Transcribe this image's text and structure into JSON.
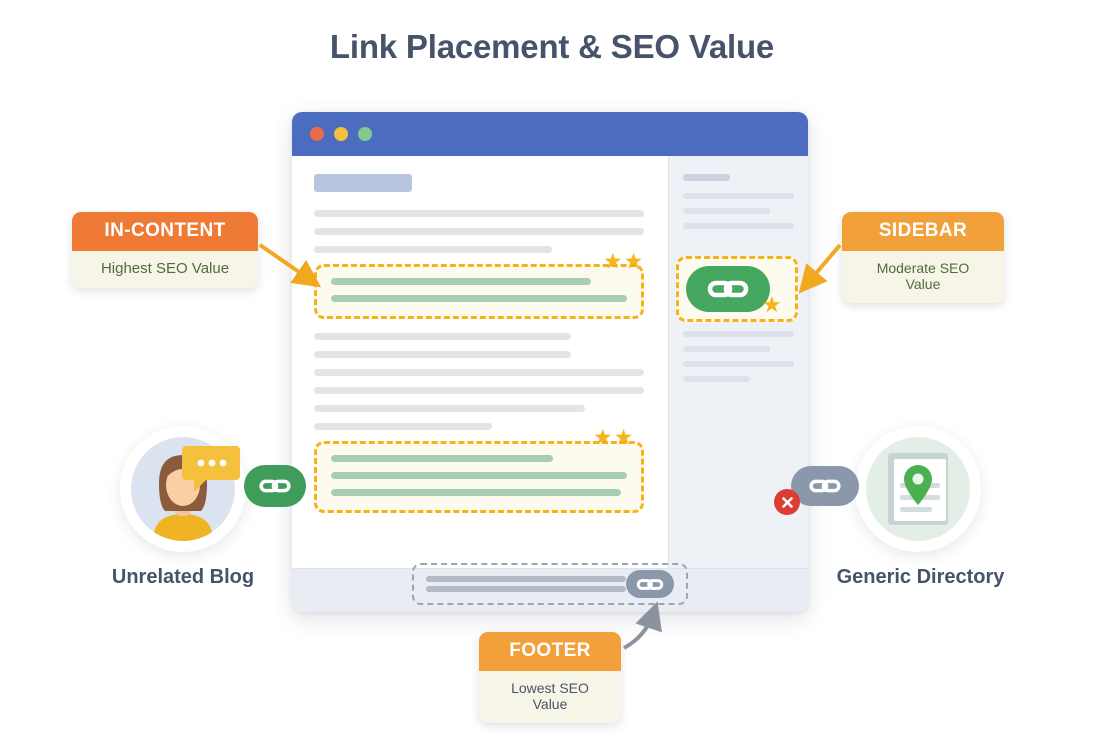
{
  "page": {
    "title": "Link Placement & SEO Value",
    "background": "#ffffff",
    "title_color": "#46536b"
  },
  "browser_window": {
    "titlebar_color": "#4c6cc0",
    "traffic_lights": [
      {
        "name": "close-dot",
        "color": "#ec6a4c"
      },
      {
        "name": "minimize-dot",
        "color": "#f5c13c"
      },
      {
        "name": "maximize-dot",
        "color": "#84c990"
      }
    ],
    "content": {
      "heading_block_color": "#b7c6de",
      "body_line_color": "#e2e4e8",
      "highlight_line_color": "#a9cdb0",
      "highlight_bg": "#fdfbef",
      "highlight_border": "#f5b317"
    },
    "sidebar": {
      "background": "#eef1f6",
      "line_color": "#dde2ea"
    },
    "footer": {
      "background": "#e9edf3",
      "dash_border": "#9aa5b6",
      "line_color": "#b3bbc8",
      "pill_color": "#8b97aa"
    }
  },
  "callouts": [
    {
      "id": "in-content",
      "header": "IN-CONTENT",
      "subtitle": "Highest SEO Value",
      "header_color": "#ee7a36",
      "body_color": "#f7f5e8",
      "subtitle_color": "#4f6b3c"
    },
    {
      "id": "sidebar",
      "header": "SIDEBAR",
      "subtitle": "Moderate SEO Value",
      "header_color": "#f2a03a",
      "body_color": "#f7f5e8",
      "subtitle_color": "#4f6b3c"
    },
    {
      "id": "footer",
      "header": "FOOTER",
      "subtitle": "Lowest SEO Value",
      "header_color": "#f2a03a",
      "body_color": "#f7f5e8",
      "subtitle_color": "#4b5568"
    }
  ],
  "personas": [
    {
      "id": "unrelated-blog",
      "caption": "Unrelated Blog",
      "link_status": "allowed",
      "link_pill_color": "#3f9c59",
      "circle_bg": "#dbe3f0"
    },
    {
      "id": "generic-directory",
      "caption": "Generic Directory",
      "link_status": "blocked",
      "link_pill_color": "#8b97aa",
      "badge_color": "#dc3c32",
      "circle_bg": "#e3eee6"
    }
  ],
  "link_markers": {
    "in_content_stars": 2,
    "second_content_stars": 2,
    "sidebar_stars": 1,
    "footer_stars": 0,
    "star_color": "#f7b318",
    "link_pill_green": "#46a860"
  },
  "skeleton": {
    "content_top_lines": [
      100,
      100,
      72
    ],
    "highlight_a_lines": [
      88,
      100
    ],
    "mid_lines": [
      78,
      78,
      100,
      100,
      82,
      54,
      31
    ],
    "highlight_b_lines": [
      75,
      100,
      98
    ],
    "sidebar_groups": [
      [
        42,
        100,
        78,
        100
      ],
      [
        42,
        100,
        78,
        100,
        60
      ]
    ],
    "footer_lines": [
      100,
      100
    ]
  }
}
